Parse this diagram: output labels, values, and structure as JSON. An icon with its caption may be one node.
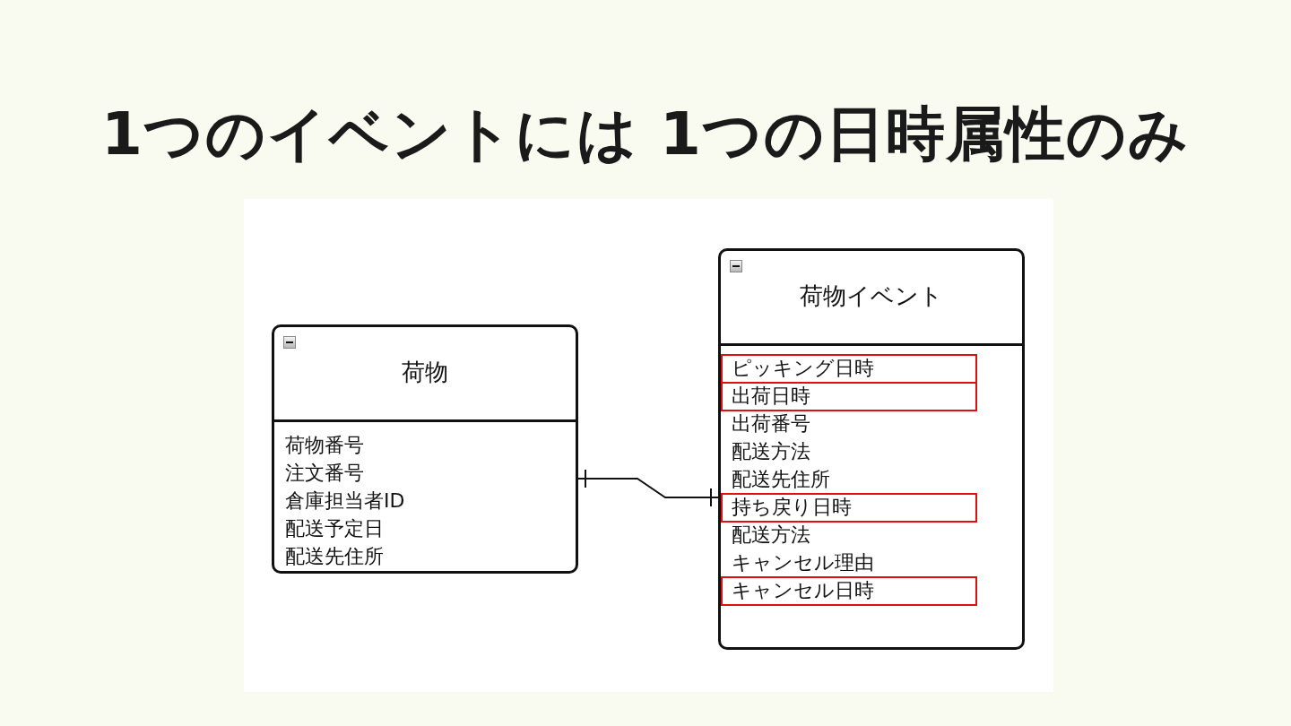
{
  "diagram": {
    "title": "1つのイベントには 1つの日時属性のみ",
    "nodes": [
      {
        "text": [
          "荷物",
          "荷物番号",
          "注文番号",
          "倉庫担当者ID",
          "配送予定日",
          "配送先住所"
        ]
      },
      {
        "text": [
          "荷物イベント",
          "出荷番号",
          "配送方法",
          "配送先住所",
          "配送方法",
          "キャンセル理由"
        ]
      },
      {
        "text": [
          "ピッキング日時"
        ],
        "in": 1
      },
      {
        "text": [
          "出荷日時"
        ],
        "in": 1
      },
      {
        "text": [
          "持ち戻り日時"
        ],
        "in": 1
      },
      {
        "text": [
          "キャンセル日時"
        ],
        "in": 1
      }
    ],
    "edges": [
      {
        "from": 0,
        "to": 1,
        "arrow": "other"
      }
    ]
  }
}
